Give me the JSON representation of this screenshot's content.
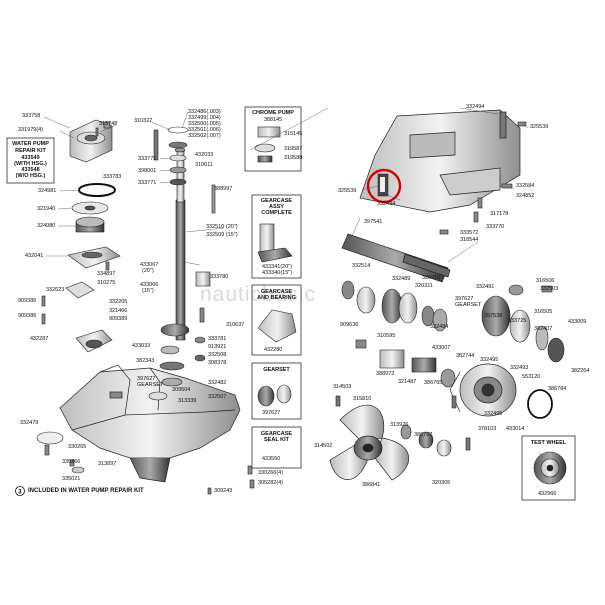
{
  "watermark": "nauticbasic",
  "footnote": "INCLUDED IN WATER PUMP REPAIR KIT",
  "highlight_color": "#d40000",
  "boxes": {
    "water_pump_kit": {
      "title": "WATER PUMP REPAIR KIT",
      "line1": "433549",
      "line2": "(WITH HSG.)",
      "line3": "433548",
      "line4": "(W/O HSG.)"
    },
    "chrome_pump": {
      "title": "CHROME PUMP",
      "part": "388145"
    },
    "gearcase_assy": {
      "title": "GEARCASE ASSY COMPLETE",
      "part1": "433341(20\")",
      "part2": "433340(15\")"
    },
    "gearcase_bearing": {
      "title": "GEARCASE AND BEARING"
    },
    "gearset": {
      "title": "GEARSET",
      "part": "397627"
    },
    "gearcase_seal": {
      "title": "GEARCASE SEAL KIT",
      "part": "433550"
    },
    "test_wheel": {
      "title": "TEST WHEEL",
      "part": "432966"
    }
  },
  "labels": {
    "l1": "333758",
    "l2": "315748",
    "l3": "331979(4)",
    "l4": "333783",
    "l5": "324981",
    "l6": "321940",
    "l7": "324980",
    "l8": "432041",
    "l9": "334897",
    "l10": "310275",
    "l11": "332623",
    "l12": "909386",
    "l13": "909386",
    "l14": "332205",
    "l15": "321466",
    "l16": "909389",
    "l17": "432287",
    "l18": "310327",
    "l19": "333771",
    "l20": "398001",
    "l21": "333771",
    "l22": "332486(.003)",
    "l23": "332499(.004)",
    "l24": "332500(.005)",
    "l25": "332501(.006)",
    "l26": "332502(.007)",
    "l27": "432033",
    "l28": "310611",
    "l29": "388997",
    "l30": "332510 (20\")",
    "l31": "332509 (15\")",
    "l32": "433067",
    "l33": "(20\")",
    "l34": "433066",
    "l35": "(15\")",
    "l36": "333780",
    "l37": "315145",
    "l38": "319587",
    "l39": "319588",
    "l40": "433033",
    "l41": "310637",
    "l42": "333781",
    "l43": "913921",
    "l44": "332508",
    "l45": "382343",
    "l46": "308378",
    "l47": "397627",
    "l48": "GEARSET",
    "l49": "332482",
    "l50": "332507",
    "l51": "309504",
    "l52": "313339",
    "l53": "332479",
    "l54": "330265",
    "l55": "330266",
    "l56": "313897",
    "l57": "335021",
    "l58": "330266(4)",
    "l59": "305282(4)",
    "l60": "309243",
    "l61": "332494",
    "l62": "325539",
    "l63": "325539",
    "l64": "332494",
    "l65": "332584",
    "l66": "324852",
    "l67": "317178",
    "l68": "397541",
    "l69": "333770",
    "l70": "333572",
    "l71": "318544",
    "l72": "332514",
    "l73": "332489",
    "l74": "320310",
    "l75": "320311",
    "l76": "332491",
    "l77": "316506",
    "l78": "332503",
    "l79": "397627",
    "l80": "GEARSET",
    "l81": "316505",
    "l82": "909636",
    "l83": "332484",
    "l84": "397538",
    "l85": "333725",
    "l86": "382407",
    "l87": "433009",
    "l88": "310595",
    "l89": "433007",
    "l90": "382744",
    "l91": "332495",
    "l92": "388973",
    "l93": "321487",
    "l94": "386765",
    "l95": "382264",
    "l96": "332493",
    "l97": "553120",
    "l98": "386784",
    "l99": "314503",
    "l100": "315810",
    "l101": "313926",
    "l102": "386787",
    "l103": "332495",
    "l104": "378103",
    "l105": "433014",
    "l106": "314502",
    "l107": "386841",
    "l108": "320305",
    "l109": "432280"
  }
}
